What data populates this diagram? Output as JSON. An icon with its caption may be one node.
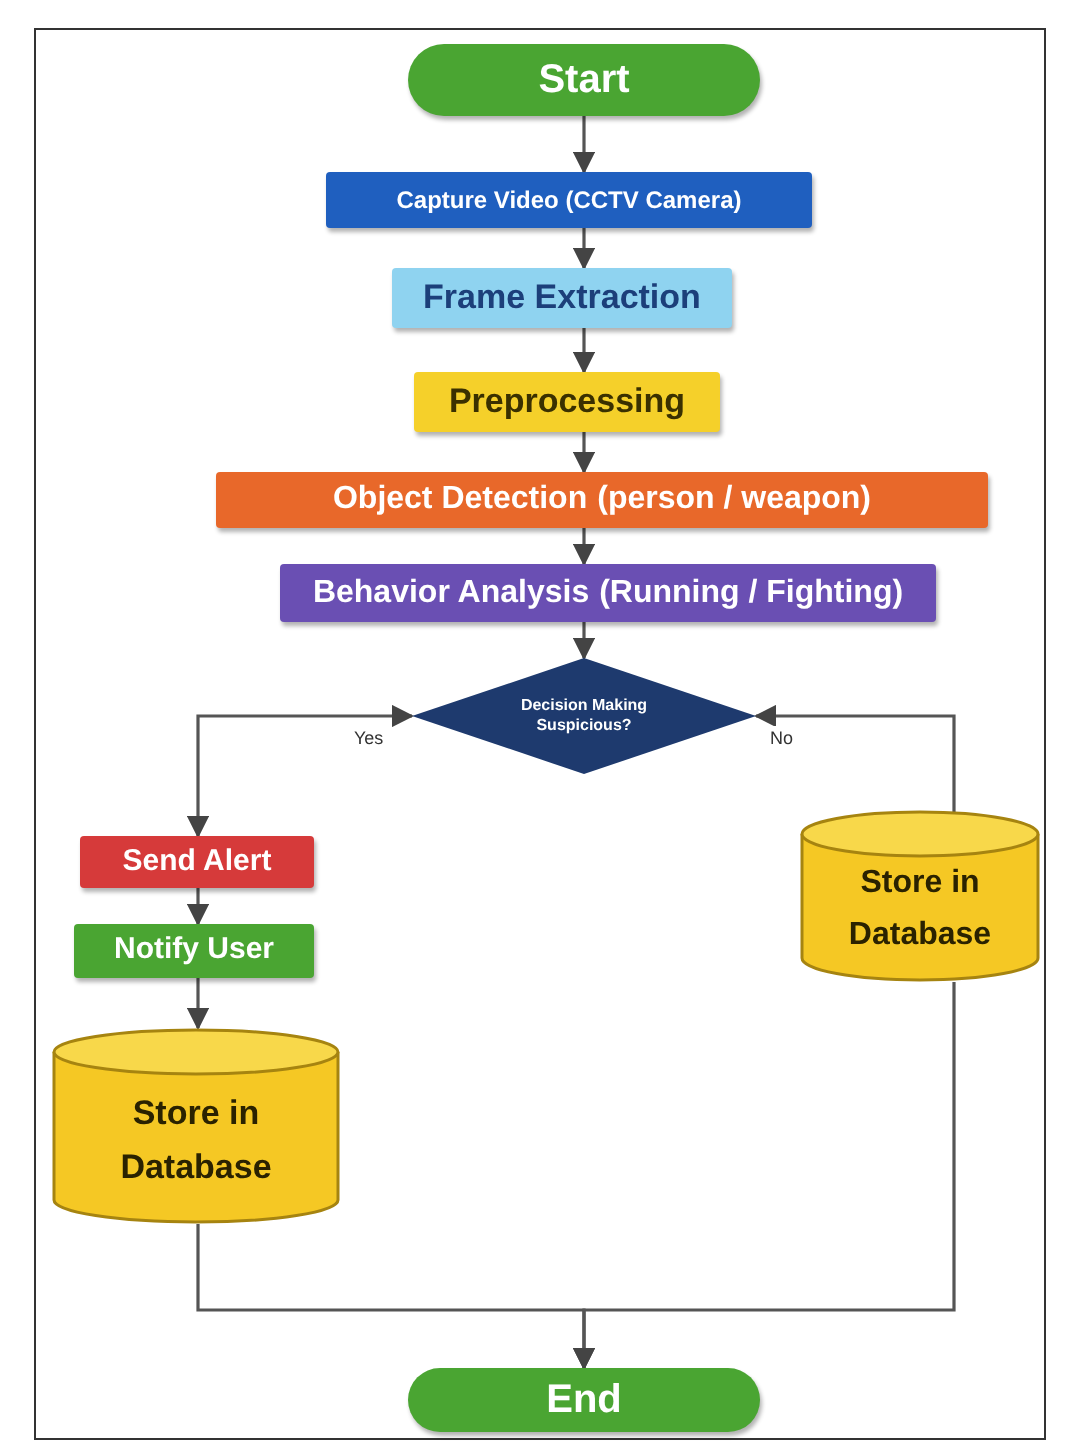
{
  "diagram": {
    "nodes": [
      {
        "text": [
          "Start"
        ]
      },
      {
        "text": [
          "Capture Video (CCTV Camera)"
        ]
      },
      {
        "text": [
          "Frame Extraction"
        ]
      },
      {
        "text": [
          "Preprocessing"
        ]
      },
      {
        "text": [
          "Object Detection",
          "(person / weapon)"
        ]
      },
      {
        "text": [
          "Behavior Analysis",
          "(Running / Fighting)"
        ]
      },
      {
        "text": [
          "Decision Making",
          "Suspicious?"
        ]
      },
      {
        "text": [
          "Send Alert"
        ]
      },
      {
        "text": [
          "Notify User"
        ]
      },
      {
        "text": [
          "Store in Database"
        ]
      },
      {
        "text": [
          "Store in Database"
        ]
      },
      {
        "text": [
          "End"
        ]
      }
    ],
    "edges": [
      {
        "from": 0,
        "to": 1,
        "arrow": "to"
      },
      {
        "from": 1,
        "to": 2,
        "arrow": "to"
      },
      {
        "from": 2,
        "to": 3,
        "arrow": "to"
      },
      {
        "from": 3,
        "to": 4,
        "arrow": "to"
      },
      {
        "from": 4,
        "to": 5,
        "arrow": "to"
      },
      {
        "from": 5,
        "to": 6,
        "arrow": "to"
      },
      {
        "from": 6,
        "to": 7,
        "arrow": "both",
        "label": "Yes"
      },
      {
        "from": 10,
        "to": 6,
        "arrow": "to",
        "label": "No"
      },
      {
        "from": 7,
        "to": 8,
        "arrow": "to"
      },
      {
        "from": 8,
        "to": 9,
        "arrow": "to"
      },
      {
        "from": 9,
        "to": 11,
        "arrow": "to"
      },
      {
        "from": 10,
        "to": 11,
        "arrow": "to"
      }
    ]
  }
}
